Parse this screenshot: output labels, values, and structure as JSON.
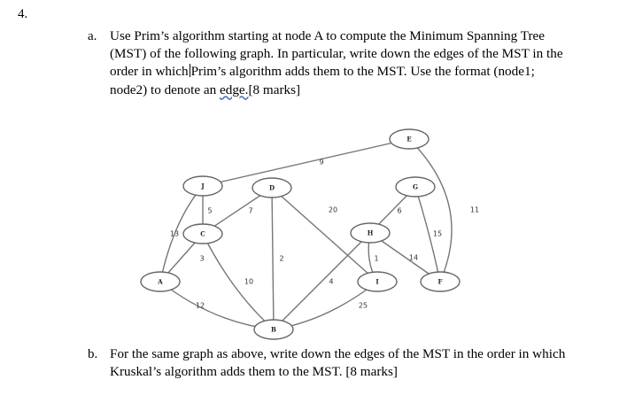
{
  "question_number": "4.",
  "part_a": {
    "label": "a.",
    "text_start": "Use Prim’s algorithm starting at node A to compute the Minimum Spanning Tree (MST) of the following graph. In particular, write down the edges of the MST in the order in which",
    "text_mid": "Prim’s algorithm adds them to the MST. Use the format (node1; node2) to denote an ",
    "edge_word": "edge.",
    "text_end": "[8 marks]"
  },
  "part_b": {
    "label": "b.",
    "text": "For the same graph as above, write down the edges of the MST in the order in which Kruskal’s algorithm adds them to the MST. [8 marks]"
  },
  "graph": {
    "nodes": [
      {
        "id": "A"
      },
      {
        "id": "J"
      },
      {
        "id": "C"
      },
      {
        "id": "D"
      },
      {
        "id": "B"
      },
      {
        "id": "H"
      },
      {
        "id": "I"
      },
      {
        "id": "G"
      },
      {
        "id": "E"
      },
      {
        "id": "F"
      }
    ],
    "edges": [
      {
        "from": "J",
        "to": "E",
        "weight": "9"
      },
      {
        "from": "J",
        "to": "A",
        "weight": "13"
      },
      {
        "from": "J",
        "to": "C",
        "weight": "5"
      },
      {
        "from": "D",
        "to": "C",
        "weight": "7"
      },
      {
        "from": "C",
        "to": "A",
        "weight": "3"
      },
      {
        "from": "C",
        "to": "B",
        "weight": "10"
      },
      {
        "from": "A",
        "to": "B",
        "weight": "12"
      },
      {
        "from": "D",
        "to": "B",
        "weight": "2"
      },
      {
        "from": "D",
        "to": "I",
        "weight": "20"
      },
      {
        "from": "H",
        "to": "B",
        "weight": "4"
      },
      {
        "from": "H",
        "to": "I",
        "weight": "1"
      },
      {
        "from": "G",
        "to": "H",
        "weight": "6"
      },
      {
        "from": "G",
        "to": "F",
        "weight": "15"
      },
      {
        "from": "H",
        "to": "F",
        "weight": "14"
      },
      {
        "from": "E",
        "to": "F",
        "weight": "11"
      },
      {
        "from": "B",
        "to": "I",
        "weight": "25"
      }
    ]
  }
}
